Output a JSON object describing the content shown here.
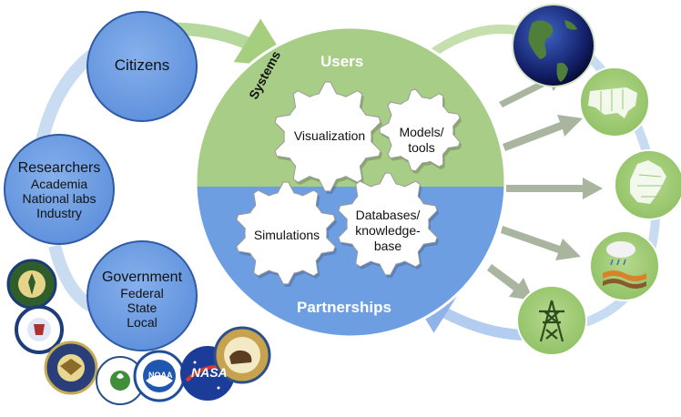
{
  "stakeholders": {
    "citizens": "Citizens",
    "researchers": {
      "title": "Researchers",
      "items": [
        "Academia",
        "National labs",
        "Industry"
      ]
    },
    "government": {
      "title": "Government",
      "items": [
        "Federal",
        "State",
        "Local"
      ]
    }
  },
  "hub": {
    "users_label": "Users",
    "systems_label": "Systems",
    "partnerships_label": "Partnerships",
    "gears": {
      "visualization": "Visualization",
      "models_tools": [
        "Models/",
        "tools"
      ],
      "simulations": "Simulations",
      "databases": [
        "Databases/",
        "knowledge-",
        "base"
      ]
    }
  },
  "outcomes": [
    "globe-icon",
    "usa-map-icon",
    "regional-map-icon",
    "weather-soil-icon",
    "power-tower-icon"
  ],
  "agencies": {
    "noaa": "NOAA",
    "nasa": "NASA"
  },
  "colors": {
    "blue_fill": "#6f9ee0",
    "blue_stroke": "#2f5aa6",
    "green_fill": "#a6cc84",
    "green_stroke": "#6d9f4a",
    "arrow_gray": "#a8b4a0",
    "ring_blue": "#bcd0ee",
    "ring_green": "#cfe4bd"
  }
}
